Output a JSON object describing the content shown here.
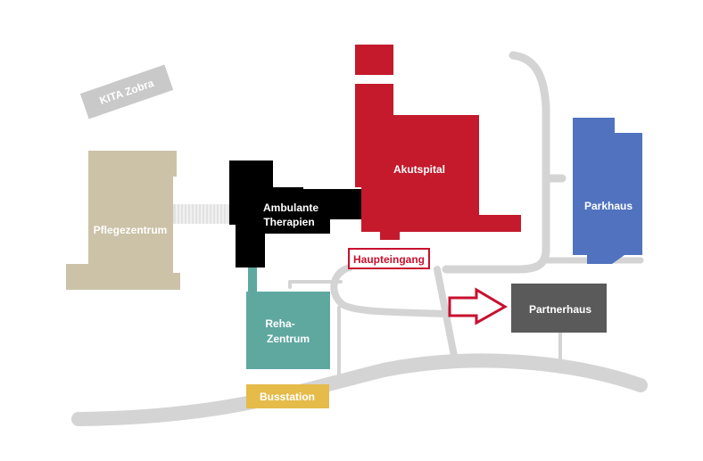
{
  "map": {
    "buildings": {
      "kita": {
        "label": "KITA Zobra",
        "color": "#c9c9c9"
      },
      "pflegezentrum": {
        "label": "Pflegezentrum",
        "color": "#cbc2a8"
      },
      "ambulante": {
        "label_line1": "Ambulante",
        "label_line2": "Therapien",
        "color": "#000000"
      },
      "akutspital": {
        "label": "Akutspital",
        "color": "#c41a2b"
      },
      "parkhaus": {
        "label": "Parkhaus",
        "color": "#5173bf"
      },
      "reha": {
        "label_line1": "Reha-",
        "label_line2": "Zentrum",
        "color": "#5fa8a0"
      },
      "partnerhaus": {
        "label": "Partnerhaus",
        "color": "#5a5a5a"
      },
      "busstation": {
        "label": "Busstation",
        "color": "#e5bb4a"
      }
    },
    "entrance": {
      "label": "Haupteingang",
      "color": "#c8102e"
    },
    "road_color": "#d4d4d4",
    "arrow_color": "#c8102e"
  }
}
